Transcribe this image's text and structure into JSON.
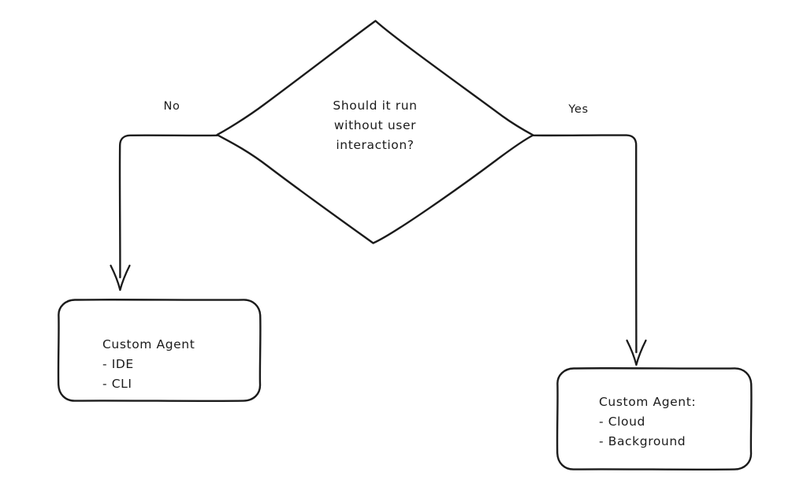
{
  "diagram": {
    "type": "flowchart",
    "style": "hand-drawn",
    "background_color": "#ffffff",
    "stroke_color": "#1b1b1b",
    "text_color": "#1b1b1b",
    "nodes": [
      {
        "id": "decision",
        "shape": "diamond",
        "text": "Should it run\nwithout user\ninteraction?"
      },
      {
        "id": "left-outcome",
        "shape": "rounded-rectangle",
        "text": "Custom Agent\n- IDE\n- CLI"
      },
      {
        "id": "right-outcome",
        "shape": "rounded-rectangle",
        "text": "Custom Agent:\n- Cloud\n- Background"
      }
    ],
    "edges": [
      {
        "id": "edge-no",
        "from": "decision",
        "to": "left-outcome",
        "label": "No",
        "arrowhead": "open-v"
      },
      {
        "id": "edge-yes",
        "from": "decision",
        "to": "right-outcome",
        "label": "Yes",
        "arrowhead": "open-v"
      }
    ]
  }
}
